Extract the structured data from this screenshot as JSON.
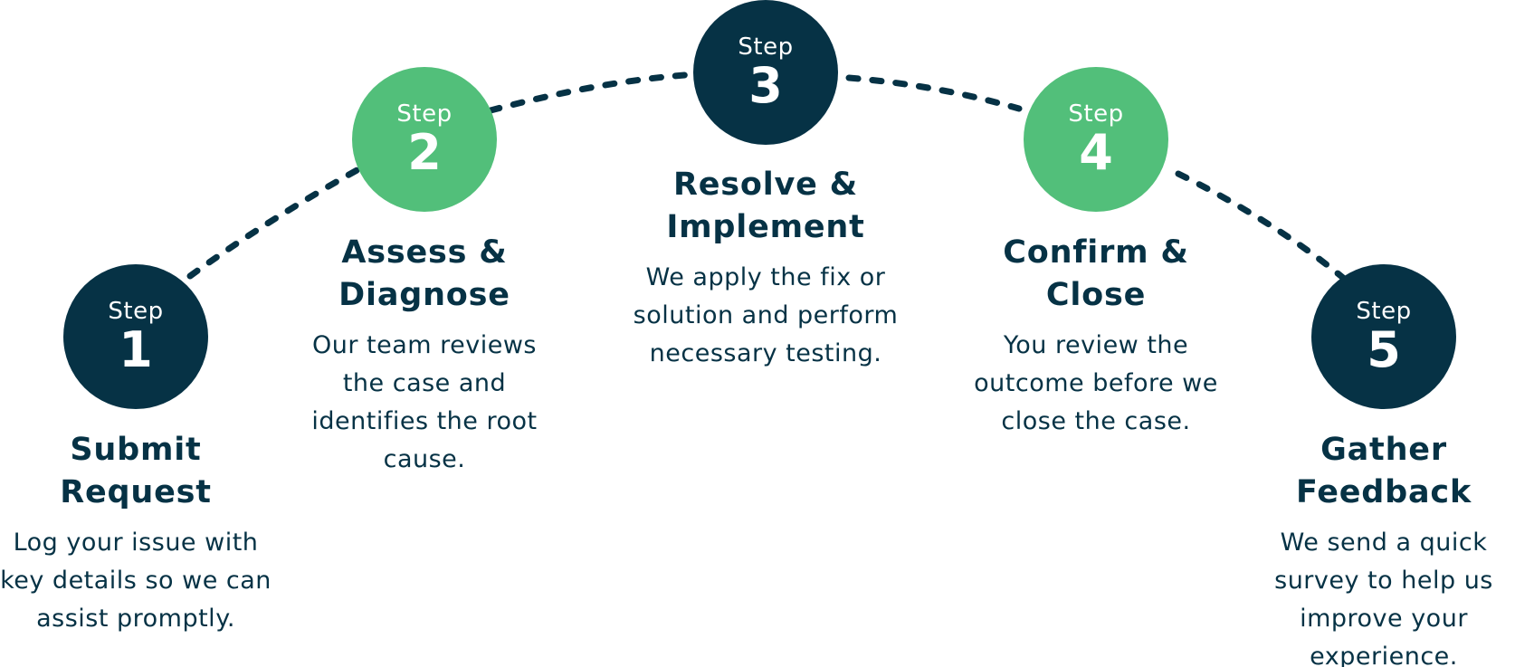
{
  "steps": [
    {
      "label": "Step",
      "number": "1",
      "title_line1": "Submit",
      "title_line2": "Request",
      "desc_line1": "Log your issue with",
      "desc_line2": "key details so we can",
      "desc_line3": "assist promptly.",
      "color": "#063245"
    },
    {
      "label": "Step",
      "number": "2",
      "title_line1": "Assess &",
      "title_line2": "Diagnose",
      "desc_line1": "Our team reviews",
      "desc_line2": "the case and",
      "desc_line3": "identifies the root",
      "desc_line4": "cause.",
      "color": "#52bf7a"
    },
    {
      "label": "Step",
      "number": "3",
      "title_line1": "Resolve &",
      "title_line2": "Implement",
      "desc_line1": "We apply the fix or",
      "desc_line2": "solution and perform",
      "desc_line3": "necessary testing.",
      "color": "#063245"
    },
    {
      "label": "Step",
      "number": "4",
      "title_line1": "Confirm &",
      "title_line2": "Close",
      "desc_line1": "You review the",
      "desc_line2": "outcome before we",
      "desc_line3": "close the case.",
      "color": "#52bf7a"
    },
    {
      "label": "Step",
      "number": "5",
      "title_line1": "Gather",
      "title_line2": "Feedback",
      "desc_line1": "We send a quick",
      "desc_line2": "survey to help us",
      "desc_line3": "improve your",
      "desc_line4": "experience.",
      "color": "#063245"
    }
  ],
  "colors": {
    "navy": "#063245",
    "green": "#52bf7a",
    "text": "#063245"
  }
}
